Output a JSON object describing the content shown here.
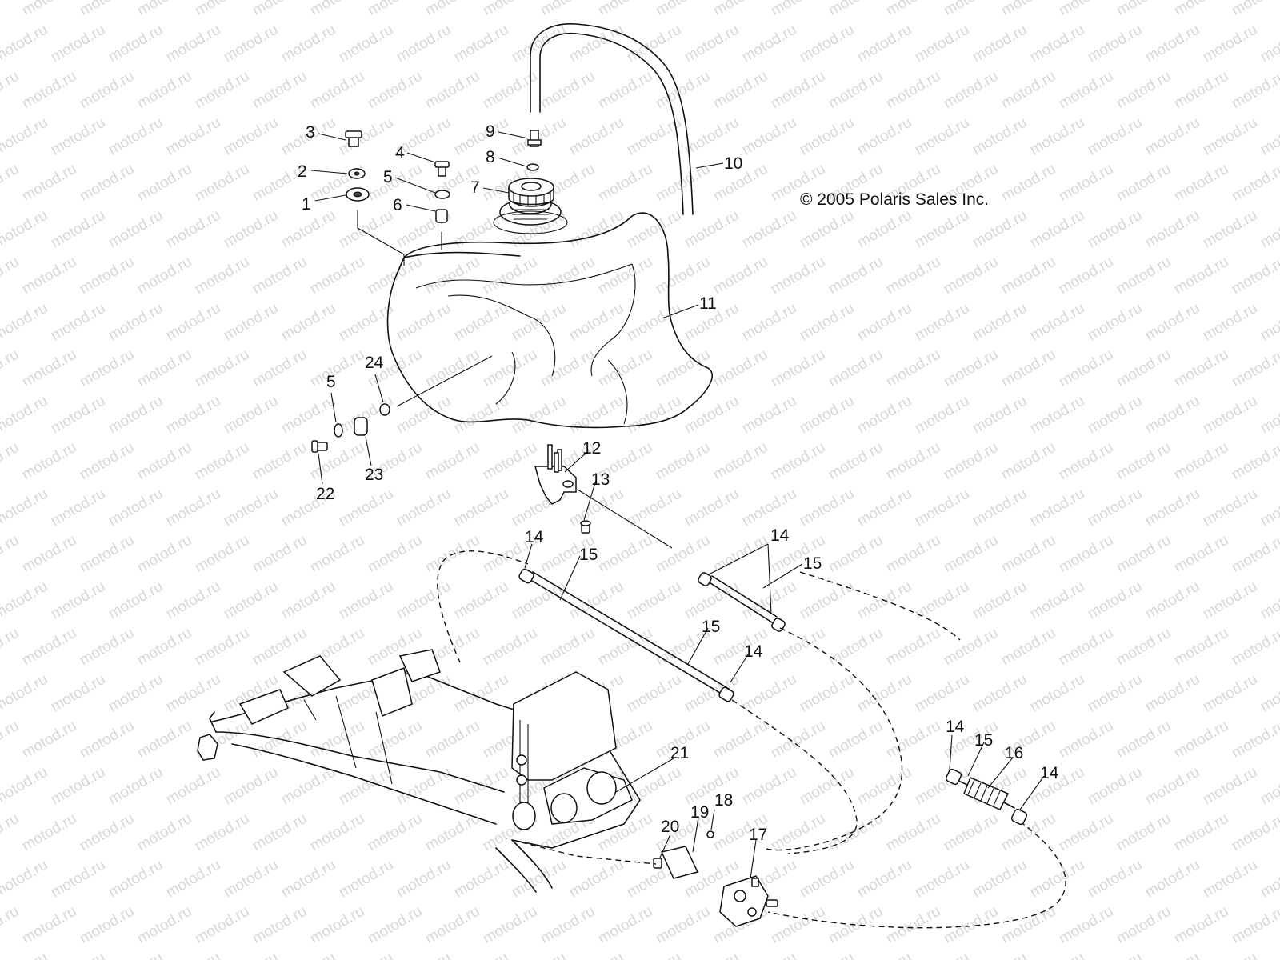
{
  "copyright": "© 2005 Polaris Sales Inc.",
  "watermark": "motod.ru",
  "callouts": {
    "c1": "1",
    "c2": "2",
    "c3": "3",
    "c4": "4",
    "c5a": "5",
    "c5b": "5",
    "c6": "6",
    "c7": "7",
    "c8": "8",
    "c9": "9",
    "c10": "10",
    "c11": "11",
    "c12": "12",
    "c13": "13",
    "c14a": "14",
    "c14b": "14",
    "c14c": "14",
    "c14d": "14",
    "c14e": "14",
    "c15a": "15",
    "c15b": "15",
    "c15c": "15",
    "c15d": "15",
    "c16": "16",
    "c17": "17",
    "c18": "18",
    "c19": "19",
    "c20": "20",
    "c21": "21",
    "c22": "22",
    "c23": "23",
    "c24": "24"
  },
  "colors": {
    "ink": "#111111",
    "watermark": "#d7d7d7",
    "background": "#ffffff"
  }
}
